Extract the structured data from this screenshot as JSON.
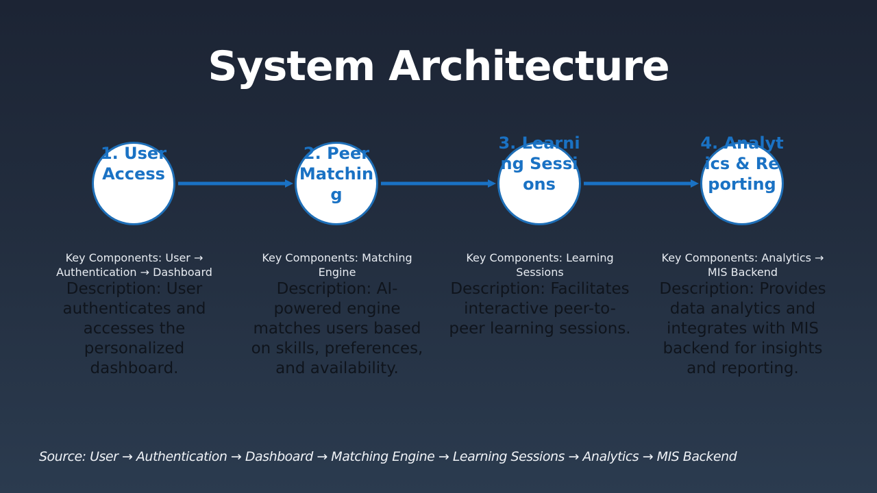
{
  "title": "System Architecture",
  "colors": {
    "accent": "#1a72c4",
    "circle_fill": "#ffffff",
    "background_top": "#1c2434",
    "background_bottom": "#2b3b4f"
  },
  "steps": [
    {
      "label": "1. User Access",
      "components": "Key Components: User → Authentication → Dashboard",
      "description": "Description: User authenticates and accesses the personalized dashboard."
    },
    {
      "label": "2. Peer Matching",
      "components": "Key Components: Matching Engine",
      "description": "Description: AI-powered engine matches users based on skills, preferences, and availability."
    },
    {
      "label": "3. Learning Sessions",
      "components": "Key Components: Learning Sessions",
      "description": "Description: Facilitates interactive peer-to-peer learning sessions."
    },
    {
      "label": "4. Analytics & Reporting",
      "components": "Key Components: Analytics → MIS Backend",
      "description": "Description: Provides data analytics and integrates with MIS backend for insights and reporting."
    }
  ],
  "connectors": [
    "arrow-right",
    "arrow-right",
    "arrow-right"
  ],
  "source": "Source: User → Authentication → Dashboard → Matching Engine → Learning Sessions → Analytics → MIS Backend"
}
